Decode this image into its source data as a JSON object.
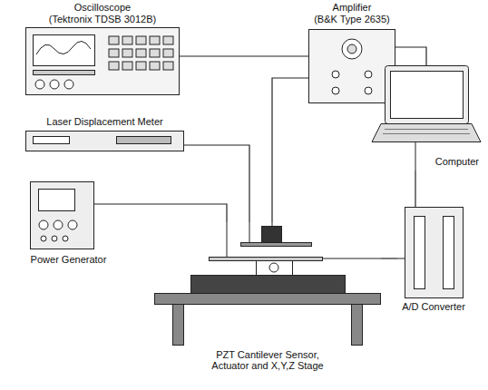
{
  "diagram": {
    "nodes": [
      {
        "text": [
          "Oscilloscope",
          "(Tektronix TDSB 3012B)"
        ]
      },
      {
        "text": [
          "Amplifier",
          "(B&K Type 2635)"
        ]
      },
      {
        "text": [
          "Computer"
        ]
      },
      {
        "text": [
          "Laser Displacement Meter"
        ]
      },
      {
        "text": [
          "Power Generator"
        ]
      },
      {
        "text": [
          "A/D Converter"
        ]
      },
      {
        "text": [
          "PZT Cantilever Sensor, Actuator and X,Y,Z Stage"
        ]
      }
    ],
    "edges": [
      {
        "from": 0,
        "to": 1,
        "arrow": "none"
      },
      {
        "from": 1,
        "to": 2,
        "arrow": "none"
      },
      {
        "from": 6,
        "to": 1,
        "arrow": "none"
      },
      {
        "from": 3,
        "to": 6,
        "arrow": "none"
      },
      {
        "from": 4,
        "to": 6,
        "arrow": "none"
      },
      {
        "from": 6,
        "to": 5,
        "arrow": "none"
      },
      {
        "from": 5,
        "to": 2,
        "arrow": "none"
      }
    ]
  }
}
